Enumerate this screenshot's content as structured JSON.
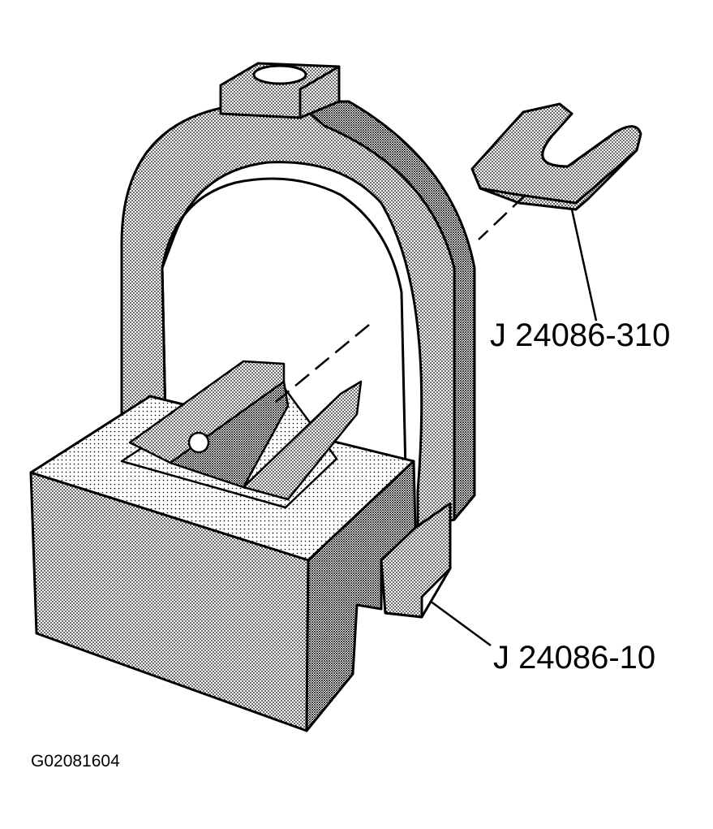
{
  "labels": {
    "part_shim": "J 24086-310",
    "part_fixture": "J 24086-10",
    "figure_id": "G02081604"
  },
  "colors": {
    "line": "#000000",
    "shade_dots": "#000000",
    "paper": "#ffffff"
  }
}
